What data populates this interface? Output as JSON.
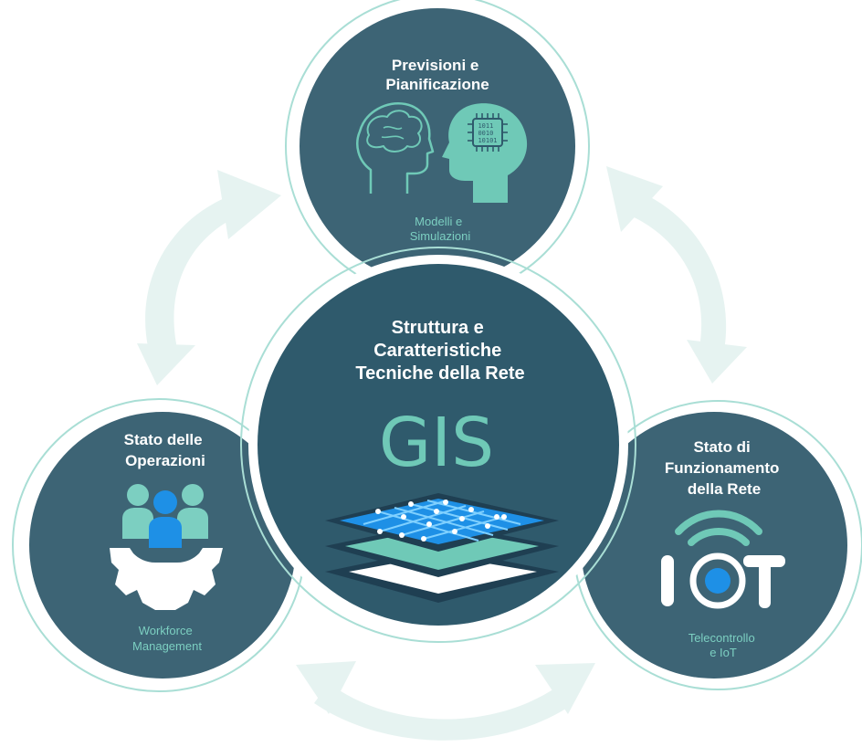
{
  "center": {
    "title_lines": [
      "Struttura e",
      "Caratteristiche",
      "Tecniche della Rete"
    ],
    "logo_text": "GIS"
  },
  "top": {
    "title_lines": [
      "Previsioni e",
      "Pianificazione"
    ],
    "subtitle_lines": [
      "Modelli e",
      "Simulazioni"
    ],
    "chip_text_lines": [
      "1011",
      "0010",
      "10101"
    ]
  },
  "left": {
    "title_lines": [
      "Stato delle",
      "Operazioni"
    ],
    "subtitle_lines": [
      "Workforce",
      "Management"
    ]
  },
  "right": {
    "title_lines": [
      "Stato di",
      "Funzionamento",
      "della Rete"
    ],
    "subtitle_lines": [
      "Telecontrollo",
      "e IoT"
    ],
    "logo_text": "IoT"
  },
  "colors": {
    "circle_fill": "#3d6475",
    "center_fill": "#2f5a6c",
    "ring_stroke": "#a9ded5",
    "accent_teal": "#6fc9b7",
    "accent_blue": "#1e90e6",
    "arrow_fill": "#e6f3f1"
  },
  "icons": [
    "brain-head-icon",
    "ai-chip-head-icon",
    "gis-layers-icon",
    "team-gear-icon",
    "wifi-icon",
    "iot-logo-icon"
  ]
}
